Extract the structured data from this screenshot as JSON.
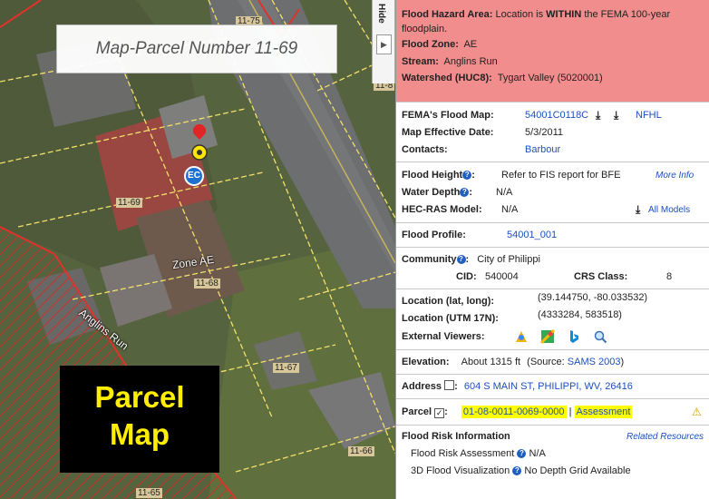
{
  "map": {
    "title": "Map-Parcel Number 11-69",
    "parcel_box": [
      "Parcel",
      "Map"
    ],
    "zone_label": "Zone AE",
    "stream_label": "Anglins Run",
    "parcel_labels": [
      "11-69",
      "11-68",
      "11-67",
      "11-66",
      "11-65",
      "11-8",
      "11-75"
    ],
    "marker_badge": "EC",
    "hide_tab_label": "Hide",
    "hide_tab_arrow": "▶"
  },
  "panel": {
    "hazard": {
      "area_label": "Flood Hazard Area:",
      "area_text_pre": "Location is ",
      "area_text_bold": "WITHIN",
      "area_text_post": " the FEMA 100-year floodplain.",
      "zone_label": "Flood Zone:",
      "zone_value": "AE",
      "stream_label": "Stream:",
      "stream_value": "Anglins Run",
      "watershed_label": "Watershed (HUC8):",
      "watershed_value": "Tygart Valley (5020001)"
    },
    "fema": {
      "map_label": "FEMA's Flood Map:",
      "map_value": "54001C0118C",
      "nfhl": "NFHL",
      "effective_label": "Map Effective Date:",
      "effective_value": "5/3/2011",
      "contacts_label": "Contacts:",
      "contacts_value": "Barbour"
    },
    "height": {
      "label": "Flood Height",
      "value": "Refer to FIS report for BFE",
      "more_info": "More Info",
      "depth_label": "Water Depth",
      "depth_value": "N/A",
      "hecras_label": "HEC-RAS Model:",
      "hecras_value": "N/A",
      "all_models": "All Models"
    },
    "profile": {
      "label": "Flood Profile:",
      "value": "54001_001"
    },
    "community": {
      "label": "Community",
      "value": "City of Philippi",
      "cid_label": "CID:",
      "cid_value": "540004",
      "crs_label": "CRS Class:",
      "crs_value": "8"
    },
    "location": {
      "latlong_label": "Location (lat, long):",
      "latlong_value": "(39.144750, -80.033532)",
      "utm_label": "Location (UTM 17N):",
      "utm_value": "(4333284, 583518)",
      "viewers_label": "External Viewers:"
    },
    "elevation": {
      "label": "Elevation:",
      "value": "About 1315 ft",
      "source_pre": "(Source: ",
      "source_link": "SAMS 2003",
      "source_post": ")"
    },
    "address": {
      "label": "Address",
      "value": "604 S MAIN ST, PHILIPPI, WV, 26416"
    },
    "parcel": {
      "label": "Parcel",
      "value": "01-08-0011-0069-0000",
      "sep": " | ",
      "assessment": "Assessment"
    },
    "risk": {
      "header": "Flood Risk Information",
      "related": "Related Resources",
      "assessment_label": "Flood Risk Assessment",
      "assessment_value": "N/A",
      "viz_label": "3D Flood Visualization",
      "viz_value": "No Depth Grid Available"
    }
  },
  "colors": {
    "hazard_bg": "#f28d8d",
    "link": "#1c4fbf",
    "highlight": "#ffff00",
    "floodplain": "#e0322b",
    "parcel_line": "#f2e06a"
  }
}
